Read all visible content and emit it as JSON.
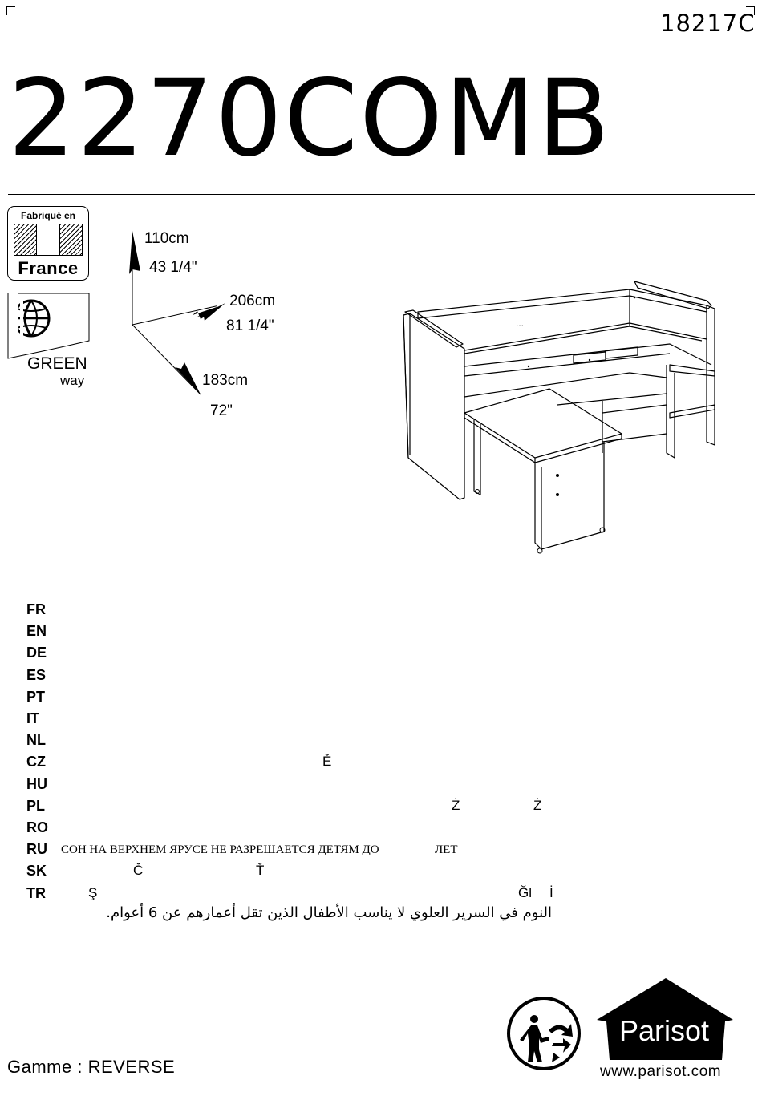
{
  "header": {
    "ref_code": "18217C",
    "model": "2270COMB"
  },
  "badge": {
    "made_in": "Fabriqué en",
    "country": "France"
  },
  "green_logo": {
    "word": "GREEN",
    "sub": "way",
    "icon": "globe-icon"
  },
  "dimensions": {
    "height_cm": "110cm",
    "height_in": "43 1/4\"",
    "width_cm": "206cm",
    "width_in": "81 1/4\"",
    "depth_cm": "183cm",
    "depth_in": "72\""
  },
  "illustration": {
    "label": "...",
    "icon": "bed-desk-illustration"
  },
  "languages": [
    {
      "code": "FR",
      "fragments": []
    },
    {
      "code": "EN",
      "fragments": []
    },
    {
      "code": "DE",
      "fragments": []
    },
    {
      "code": "ES",
      "fragments": []
    },
    {
      "code": "PT",
      "fragments": []
    },
    {
      "code": "IT",
      "fragments": []
    },
    {
      "code": "NL",
      "fragments": []
    },
    {
      "code": "CZ",
      "fragments": [
        "Ě"
      ]
    },
    {
      "code": "HU",
      "fragments": []
    },
    {
      "code": "PL",
      "fragments": [
        "Ż",
        "Ż"
      ]
    },
    {
      "code": "RO",
      "fragments": []
    },
    {
      "code": "RU",
      "fragments": [
        "СОН НА ВЕРХНЕМ ЯРУСЕ НЕ РАЗРЕШАЕТСЯ ДЕТЯМ ДО",
        "ЛЕТ"
      ]
    },
    {
      "code": "SK",
      "fragments": [
        "Č",
        "Ť"
      ]
    },
    {
      "code": "TR",
      "fragments": [
        "Ş",
        "Ğl",
        "İ"
      ]
    }
  ],
  "arabic_text": "النوم في السرير العلوي لا يناسب الأطفال الذين تقل أعمارهم عن 6 أعوام.",
  "footer": {
    "range": "Gamme : REVERSE",
    "brand": "Parisot",
    "website": "www.parisot.com",
    "recycle_icon": "recycle-bin-icon"
  }
}
